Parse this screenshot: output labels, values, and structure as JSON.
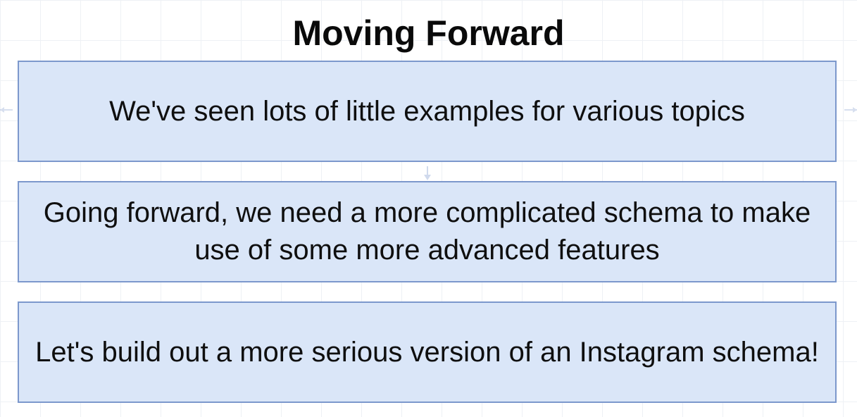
{
  "title": "Moving Forward",
  "boxes": [
    {
      "text": "We've seen lots of little examples for various topics"
    },
    {
      "text": "Going forward, we need a more complicated schema to make use of some more advanced features"
    },
    {
      "text": "Let's build out a more serious version of an Instagram schema!"
    }
  ],
  "colors": {
    "box_fill": "#dae6f8",
    "box_border": "#7c98cc",
    "text": "#0f0f0f"
  }
}
